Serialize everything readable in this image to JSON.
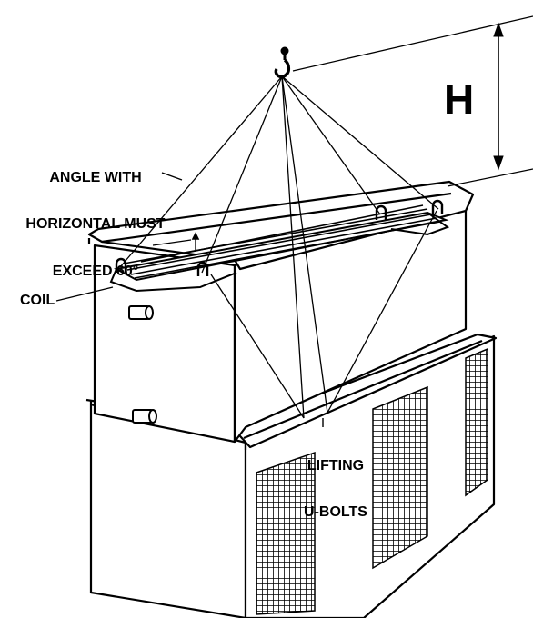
{
  "labels": {
    "angle_line1": "ANGLE WITH",
    "angle_line2": "HORIZONTAL MUST",
    "angle_line3": "EXCEED 60°",
    "coil": "COIL",
    "lifting_line1": "LIFTING",
    "lifting_line2": "U-BOLTS",
    "height": "H"
  },
  "colors": {
    "ink": "#000000",
    "paper": "#ffffff"
  }
}
